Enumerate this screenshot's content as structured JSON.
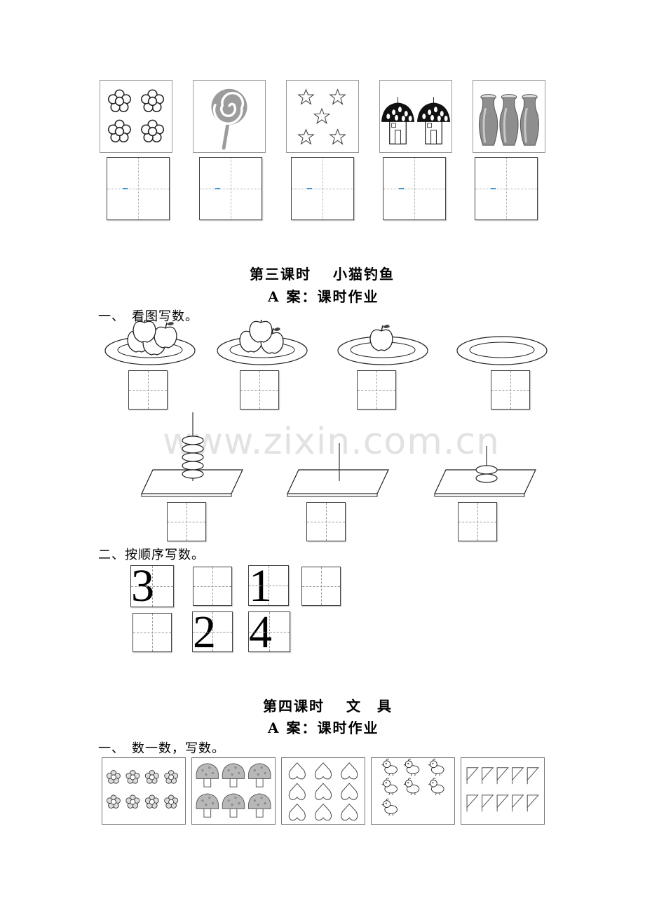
{
  "section3": {
    "heading": "第三课时　 小猫钓鱼",
    "subheading": "A 案：课时作业",
    "q1_label": "一、　看图写数。",
    "q2_label": "二、按顺序写数。",
    "sequence_digits": [
      "3",
      "1",
      "2",
      "4"
    ]
  },
  "section4": {
    "heading": "第四课时　 文　具",
    "subheading": "A 案：课时作业",
    "q1_label": "一、　数一数，写数。"
  },
  "watermark": "www.zixin.com.cn",
  "accent_color": "#2a8fd6",
  "icons": [
    "flower-icon",
    "lollipop-icon",
    "star-icon",
    "mushroom-house-icon",
    "vase-icon",
    "apple-plate-icon",
    "abacus-icon",
    "mushroom-icon",
    "heart-icon",
    "chick-icon",
    "triangle-flag-icon"
  ]
}
